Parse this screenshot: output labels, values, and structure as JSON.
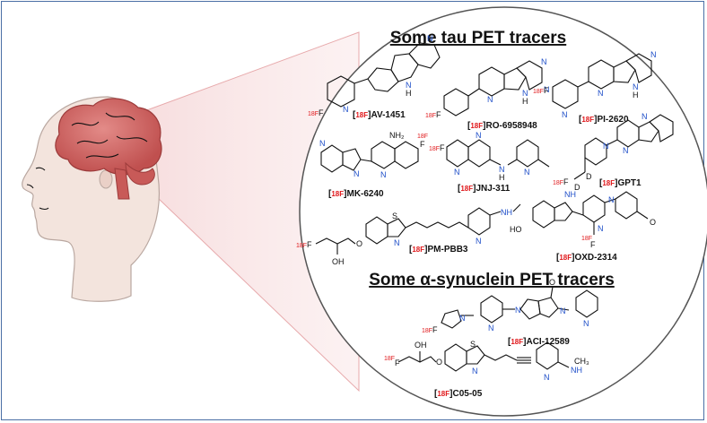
{
  "headings": {
    "tau": "Some tau PET tracers",
    "synuclein": "Some α-synuclein PET tracers"
  },
  "isotope": "18F",
  "tracers": {
    "av1451": {
      "iso": "18F",
      "name": "AV-1451"
    },
    "ro6958948": {
      "iso": "18F",
      "name": "RO-6958948"
    },
    "pi2620": {
      "iso": "18F",
      "name": "PI-2620"
    },
    "mk6240": {
      "iso": "18F",
      "name": "MK-6240"
    },
    "jnj311": {
      "iso": "18F",
      "name": "JNJ-311"
    },
    "gpt1": {
      "iso": "18F",
      "name": "GPT1"
    },
    "pmpbb3": {
      "iso": "18F",
      "name": "PM-PBB3"
    },
    "oxd2314": {
      "iso": "18F",
      "name": "OXD-2314"
    },
    "aci12589": {
      "iso": "18F",
      "name": "ACI-12589"
    },
    "c0505": {
      "iso": "18F",
      "name": "C05-05"
    }
  },
  "atoms": {
    "N": "N",
    "H": "H",
    "NH": "NH",
    "F": "F",
    "D": "D",
    "O": "O",
    "OH": "OH",
    "HO": "HO",
    "S": "S",
    "NH2": "NH₂",
    "NHCH3": "NH",
    "CH3": "CH₃",
    "label18F": "18F"
  },
  "colors": {
    "isotope": "#e0181b",
    "nitrogen": "#1f4fc9",
    "brain": "#d9706f",
    "border": "#4a6fa5",
    "beam": "#f3cfd0"
  }
}
